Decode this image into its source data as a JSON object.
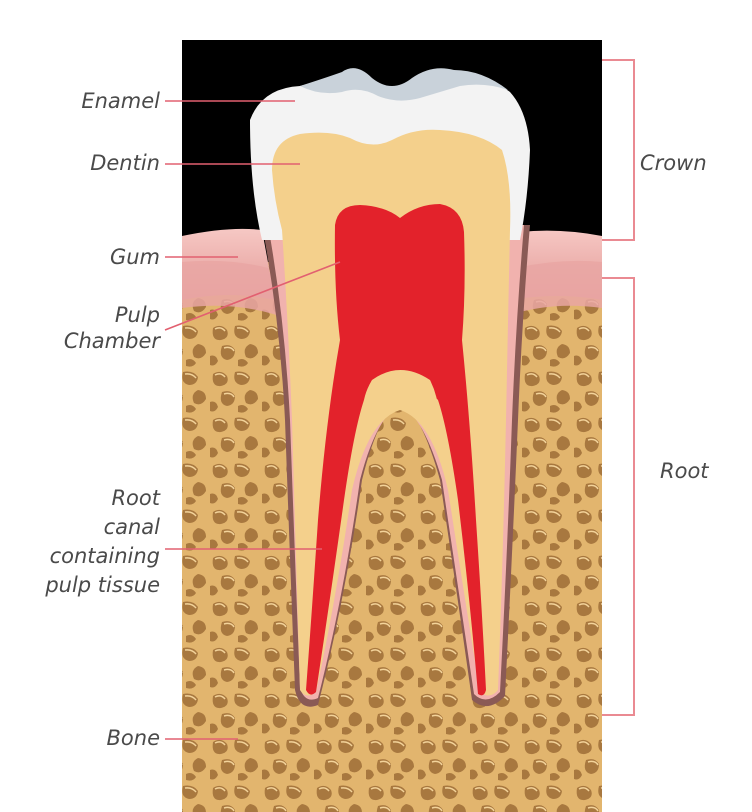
{
  "labels": {
    "enamel": "Enamel",
    "dentin": "Dentin",
    "gum": "Gum",
    "pulp_chamber": [
      "Pulp",
      "Chamber"
    ],
    "root_canal": [
      "Root",
      "canal",
      "containing",
      "pulp tissue"
    ],
    "bone": "Bone",
    "crown": "Crown",
    "root": "Root"
  },
  "colors": {
    "background_top": "#000000",
    "enamel": "#f2f2f2",
    "dentin": "#f3cf8a",
    "pulp": "#e3222b",
    "gum": "#f0b2ae",
    "bone": "#e0b36c",
    "bone_pore": "#a7773e",
    "leader": "#e26070",
    "bracket": "#ea8a92"
  }
}
